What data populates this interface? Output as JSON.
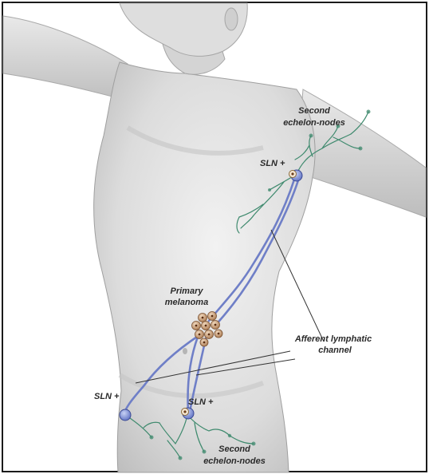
{
  "labels": {
    "second_echelon_upper_line1": "Second",
    "second_echelon_upper_line2": "echelon-nodes",
    "sln_axillary": "SLN +",
    "primary_melanoma_line1": "Primary",
    "primary_melanoma_line2": "melanoma",
    "afferent_line1": "Afferent lymphatic",
    "afferent_line2": "channel",
    "sln_left_groin": "SLN +",
    "sln_right_groin": "SLN +",
    "second_echelon_lower_line1": "Second",
    "second_echelon_lower_line2": "echelon-nodes"
  },
  "colors": {
    "background": "#ffffff",
    "frame": "#1a1a1a",
    "skin_light": "#ececec",
    "skin_mid": "#d6d6d6",
    "skin_shadow": "#b9b9b9",
    "lymph_channel": "#6f7fc7",
    "lymph_channel_dark": "#4b5aa8",
    "vessels": "#3f8a6e",
    "node_fill": "#8fa0e0",
    "melanoma": "#c79a72",
    "leader_line": "#333333"
  }
}
